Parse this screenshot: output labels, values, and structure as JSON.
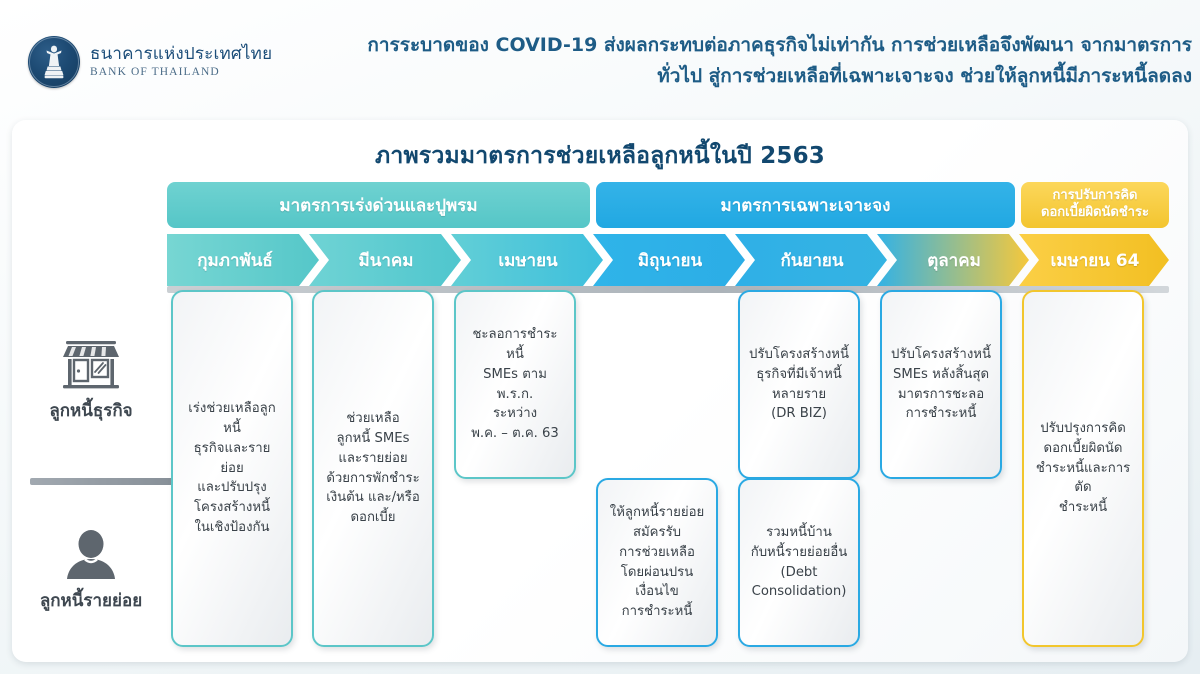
{
  "header": {
    "logo": {
      "icon": "bot-seal-icon",
      "name_th": "ธนาคารแห่งประเทศไทย",
      "name_en": "BANK OF THAILAND"
    },
    "headline": "การระบาดของ COVID-19 ส่งผลกระทบต่อภาคธุรกิจไม่เท่ากัน การช่วยเหลือจึงพัฒนา จากมาตรการทั่วไป สู่การช่วยเหลือที่เฉพาะเจาะจง ช่วยให้ลูกหนี้มีภาระหนี้ลดลง"
  },
  "panel": {
    "title": "ภาพรวมมาตรการช่วยเหลือลูกหนี้ในปี 2563",
    "banners": [
      {
        "label": "มาตรการเร่งด่วนและปูพรม",
        "color": "#55c6c7"
      },
      {
        "label": "มาตรการเฉพาะเจาะจง",
        "color": "#21a8e2"
      },
      {
        "label": "การปรับการคิด\nดอกเบี้ยผิดนัดชำระ",
        "line1": "การปรับการคิด",
        "line2": "ดอกเบี้ยผิดนัดชำระ",
        "color": "#f3c52f"
      }
    ],
    "months": [
      {
        "label": "กุมภาพันธ์",
        "color": "#61cbcb"
      },
      {
        "label": "มีนาคม",
        "color": "#63cdcd"
      },
      {
        "label": "เมษายน",
        "color": "#5ccdd2"
      },
      {
        "label": "มิถุนายน",
        "color": "#2db2e8"
      },
      {
        "label": "กันยายน",
        "color": "#2aaee6"
      },
      {
        "label": "ตุลาคม",
        "color": "#36b4e4"
      },
      {
        "label": "เมษายน 64",
        "color": "#f7ca37"
      }
    ],
    "rows": [
      {
        "icon": "storefront-icon",
        "label": "ลูกหนี้ธุรกิจ"
      },
      {
        "icon": "person-icon",
        "label": "ลูกหนี้รายย่อย"
      }
    ],
    "cards": [
      {
        "month": "กุมภาพันธ์",
        "accent": "teal",
        "text": "เร่งช่วยเหลือลูกหนี้\nธุรกิจและรายย่อย\nและปรับปรุง\nโครงสร้างหนี้\nในเชิงป้องกัน"
      },
      {
        "month": "มีนาคม",
        "accent": "teal",
        "text": "ช่วยเหลือ\nลูกหนี้ SMEs\nและรายย่อย\nด้วยการพักชำระ\nเงินต้น และ/หรือ\nดอกเบี้ย"
      },
      {
        "month": "เมษายน",
        "accent": "teal",
        "text": "ชะลอการชำระหนี้\nSMEs ตาม พ.ร.ก.\nระหว่าง\nพ.ค. – ต.ค. 63"
      },
      {
        "month": "มิถุนายน",
        "accent": "blue",
        "text": "ให้ลูกหนี้รายย่อย\nสมัครรับ\nการช่วยเหลือ\nโดยผ่อนปรนเงื่อนไข\nการชำระหนี้"
      },
      {
        "month": "กันยายน",
        "accent": "blue",
        "text": "ปรับโครงสร้างหนี้\nธุรกิจที่มีเจ้าหนี้\nหลายราย\n(DR BIZ)"
      },
      {
        "month": "กันยายน",
        "accent": "blue",
        "text": "รวมหนี้บ้าน\nกับหนี้รายย่อยอื่น\n(Debt\nConsolidation)"
      },
      {
        "month": "ตุลาคม",
        "accent": "blue",
        "text": "ปรับโครงสร้างหนี้\nSMEs หลังสิ้นสุด\nมาตรการชะลอ\nการชำระหนี้"
      },
      {
        "month": "เมษายน 64",
        "accent": "yellow",
        "text": "ปรับปรุงการคิด\nดอกเบี้ยผิดนัด\nชำระหนี้และการตัด\nชำระหนี้"
      }
    ]
  }
}
